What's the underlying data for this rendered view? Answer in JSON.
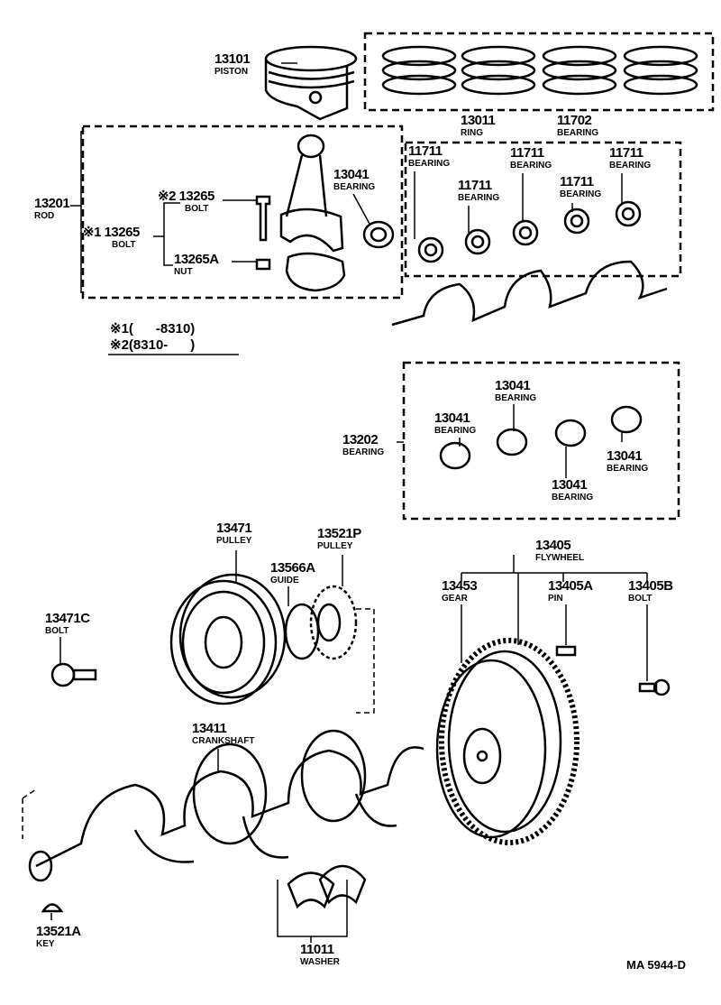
{
  "diagram_code": "MA 5944-D",
  "notes": [
    {
      "mark": "※1",
      "range": "(      -8310)"
    },
    {
      "mark": "※2",
      "range": "(8310-      )"
    }
  ],
  "parts": [
    {
      "number": "13101",
      "name": "PISTON"
    },
    {
      "number": "13011",
      "name": "RING"
    },
    {
      "number": "11702",
      "name": "BEARING"
    },
    {
      "number": "11711",
      "name": "BEARING"
    },
    {
      "number": "11711",
      "name": "BEARING"
    },
    {
      "number": "11711",
      "name": "BEARING"
    },
    {
      "number": "11711",
      "name": "BEARING"
    },
    {
      "number": "11711",
      "name": "BEARING"
    },
    {
      "number": "13041",
      "name": "BEARING"
    },
    {
      "number": "13201",
      "name": "ROD"
    },
    {
      "number": "※2 13265",
      "name": "BOLT"
    },
    {
      "number": "※1 13265",
      "name": "BOLT"
    },
    {
      "number": "13265A",
      "name": "NUT"
    },
    {
      "number": "13202",
      "name": "BEARING"
    },
    {
      "number": "13041",
      "name": "BEARING"
    },
    {
      "number": "13041",
      "name": "BEARING"
    },
    {
      "number": "13041",
      "name": "BEARING"
    },
    {
      "number": "13041",
      "name": "BEARING"
    },
    {
      "number": "13471",
      "name": "PULLEY"
    },
    {
      "number": "13521P",
      "name": "PULLEY"
    },
    {
      "number": "13566A",
      "name": "GUIDE"
    },
    {
      "number": "13471C",
      "name": "BOLT"
    },
    {
      "number": "13405",
      "name": "FLYWHEEL"
    },
    {
      "number": "13453",
      "name": "GEAR"
    },
    {
      "number": "13405A",
      "name": "PIN"
    },
    {
      "number": "13405B",
      "name": "BOLT"
    },
    {
      "number": "13411",
      "name": "CRANKSHAFT"
    },
    {
      "number": "13521A",
      "name": "KEY"
    },
    {
      "number": "11011",
      "name": "WASHER"
    }
  ]
}
